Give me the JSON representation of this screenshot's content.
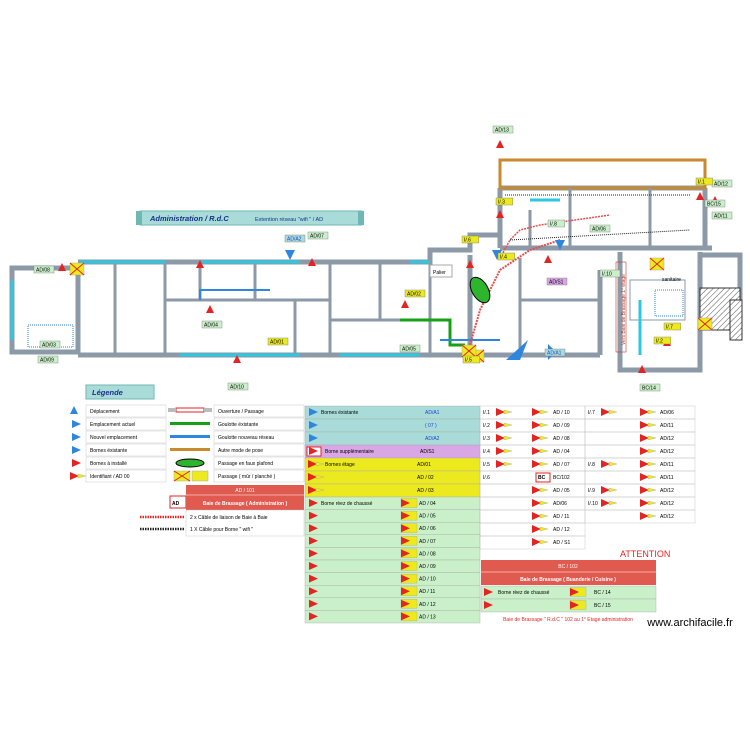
{
  "banner": {
    "title": "Administration / R.d.C",
    "subtitle": "Extention réseau \"wifi \" / AD"
  },
  "legend_title": "Légende",
  "floor_labels": {
    "palier": "Palier",
    "sanitaire": "sanitaire",
    "stair_note": "Vers Baie de Brassage 1° étage"
  },
  "plan_tags": [
    {
      "id": "AD/08",
      "kind": "green"
    },
    {
      "id": "AD/A2",
      "kind": "blue"
    },
    {
      "id": "AD/07",
      "kind": "green"
    },
    {
      "id": "AD/13",
      "kind": "green"
    },
    {
      "id": "AD/12",
      "kind": "green"
    },
    {
      "id": "AD/11",
      "kind": "green"
    },
    {
      "id": "AD/06",
      "kind": "green"
    },
    {
      "id": "AD/S1",
      "kind": "purple"
    },
    {
      "id": "AD/02",
      "kind": "yellow"
    },
    {
      "id": "AD/04",
      "kind": "green"
    },
    {
      "id": "AD/01",
      "kind": "yellow"
    },
    {
      "id": "AD/05",
      "kind": "green"
    },
    {
      "id": "AD/03",
      "kind": "green"
    },
    {
      "id": "AD/09",
      "kind": "green"
    },
    {
      "id": "AD/10",
      "kind": "green"
    },
    {
      "id": "AD/A1",
      "kind": "blue"
    },
    {
      "id": "BC/14",
      "kind": "green"
    },
    {
      "id": "BC/15",
      "kind": "green"
    },
    {
      "id": "I/.3",
      "kind": "yellow"
    },
    {
      "id": "I/.4",
      "kind": "yellow"
    },
    {
      "id": "I/.5",
      "kind": "yellow"
    },
    {
      "id": "I/.8",
      "kind": "green"
    },
    {
      "id": "I/.6",
      "kind": "yellow"
    },
    {
      "id": "I/.7",
      "kind": "yellow"
    },
    {
      "id": "I/.2",
      "kind": "yellow"
    },
    {
      "id": "I/.1",
      "kind": "yellow"
    },
    {
      "id": "I/.10",
      "kind": "green"
    }
  ],
  "legend_col1": [
    "Déplacement",
    "Emplacement actuel",
    "Nouvel emplacement",
    "Bornes éxistante",
    "Bornes à installé",
    "Identifiant / AD 00"
  ],
  "legend_col2": [
    "Ouverture / Passage",
    "Goulotte éxistante",
    "Goulotte nouveau réseau",
    "Autre mode de pose",
    "Passage en faux plafond",
    "Passage ( mûr / planché )"
  ],
  "baie_ad": {
    "tag": "AD",
    "header": "AD / 101",
    "title": "Baie de Brassage ( Administration )"
  },
  "cables": [
    "2 x Câble de liaison de Baie à Baie",
    "1 X Câble pour Borne \" wifi \""
  ],
  "borne_types": {
    "existante": "Bornes éxistante",
    "supplementaire": "Borne supplémentaire",
    "etage": "Bornes étage",
    "rdc": "Borne rèez de chaussé"
  },
  "list_existante": [
    "AD/A1",
    "( 07 )",
    "AD/A2"
  ],
  "list_supp": [
    "AD/S1"
  ],
  "list_etage": [
    "AD/01",
    "AD / 02",
    "AD / 03"
  ],
  "list_rdc": [
    "AD / 04",
    "AD / 05",
    "AD / 06",
    "AD / 07",
    "AD / 08",
    "AD / 09",
    "AD / 10",
    "AD / 11",
    "AD / 12",
    "AD / 13"
  ],
  "i_col1": [
    {
      "code": "I/.1",
      "ad": "AD / 10"
    },
    {
      "code": "I/.2",
      "ad": "AD / 09"
    },
    {
      "code": "I/.3",
      "ad": "AD / 08"
    },
    {
      "code": "I/.4",
      "ad": "AD / 04"
    },
    {
      "code": "I/.5",
      "ad": "AD / 07"
    },
    {
      "code": "I/.6",
      "ad": "BC/102"
    }
  ],
  "ad_col2": [
    "AD / 05",
    "AD/06",
    "AD / 11",
    "AD / 12",
    "AD / S1"
  ],
  "i_col2": [
    {
      "code": "I/.7",
      "ad": "AD/06"
    },
    {
      "code": "",
      "ad": "AD/11"
    },
    {
      "code": "",
      "ad": "AD/12"
    },
    {
      "code": "",
      "ad": "AD/12"
    },
    {
      "code": "I/.8",
      "ad": "AD/11"
    },
    {
      "code": "",
      "ad": "AD/11"
    },
    {
      "code": "I/.9",
      "ad": "AD/12"
    },
    {
      "code": "I/.10",
      "ad": "AD/12"
    },
    {
      "code": "",
      "ad": "AD/12"
    }
  ],
  "attention": {
    "title": "ATTENTION",
    "header": "BC / 102",
    "subtitle": "Baie de Brassage ( Buanderie / Cuisine )",
    "rdc_label": "Borne rèez de chaussé",
    "bc": [
      "BC / 14",
      "BC / 15"
    ],
    "note": "Baie de Brassage \" R.d.C \" 102 au 1° Etage administration"
  },
  "watermark": "www.archifacile.fr",
  "colors": {
    "wall": "#8c9aa8",
    "teal": "#a9dcd8",
    "purple": "#d9a6e6",
    "yellow": "#ecea1e",
    "green": "#c9f0c9",
    "red": "#e94c4c",
    "blue": "#2e86de",
    "gold": "#c88a2c",
    "cyan": "#2ec7e0"
  }
}
